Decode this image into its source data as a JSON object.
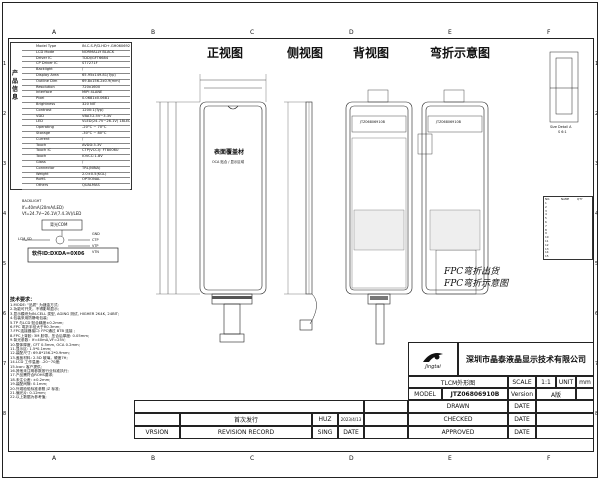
{
  "border": {
    "columns": [
      "A",
      "B",
      "C",
      "D",
      "E",
      "F"
    ],
    "rows_left": [
      "1",
      "2",
      "3",
      "4",
      "5",
      "6",
      "7",
      "8"
    ],
    "rows_right": [
      "1",
      "2",
      "3",
      "4",
      "5",
      "6",
      "7",
      "8"
    ]
  },
  "left_panel": {
    "vertical_label": "产品信息",
    "spec_rows": [
      {
        "k": "Model Type",
        "v": "IN.C.S.P/D.HD+.GH06069206-F"
      },
      {
        "k": "LCD Mode",
        "v": "NORMALLY BLACK"
      },
      {
        "k": "Driver IC",
        "v": "TDDI/GFT6684"
      },
      {
        "k": "CP Driver IC",
        "v": "ST7271F"
      },
      {
        "k": "Backlight",
        "v": "/"
      },
      {
        "k": "Display Area",
        "v": "65.95x149.81(Typ)"
      },
      {
        "k": "Outline Dim",
        "v": "69.8x156.2x0.9(mm)"
      },
      {
        "k": "Resolution",
        "v": "720x1600"
      },
      {
        "k": "Interface",
        "v": "MIPI 4LANE"
      },
      {
        "k": "Pixel",
        "v": "0.0681x0.0681"
      },
      {
        "k": "Brightness",
        "v": "320 NIT"
      },
      {
        "k": "Contrast",
        "v": "1200:1(Typ)"
      },
      {
        "k": "VDD",
        "v": "VBAT:2.5V~3.3V"
      },
      {
        "k": "LED",
        "v": "VLED(24.7V~26.1V) 18LED"
      },
      {
        "k": "Operating",
        "v": "-20°C ~ 70°C"
      },
      {
        "k": "Storage",
        "v": "-30°C ~ 80°C"
      },
      {
        "k": "Current",
        "v": "/"
      },
      {
        "k": "Touch",
        "v": "AVDD:3.3V"
      },
      {
        "k": "Touch IC",
        "v": "CTP(VCCI): FT8006U"
      },
      {
        "k": "Touch",
        "v": "IOVCC:1.8V"
      },
      {
        "k": "Glass",
        "v": "/"
      },
      {
        "k": "Connector",
        "v": "TRL(NINA)"
      },
      {
        "k": "Weight",
        "v": "2.0±0.5(KGL)"
      },
      {
        "k": "RoHS",
        "v": "OPTIONAL"
      },
      {
        "k": "Others",
        "v": "QUALMAS"
      }
    ],
    "circuit": {
      "line1": "If=40mA(20mA/LED)",
      "line2": "Vf=24.7V~26.1V(7.4.3V)/LED",
      "backlight_label": "BACKLIGHT",
      "box_label": "背光COM",
      "lcd_label": "LCM_SD",
      "gnd": "GND",
      "ctp": "CTP",
      "vtp": "VTP",
      "vtn": "VTN",
      "software": "软件ID:DXDA=0X06"
    },
    "notes_title": "技术要求：",
    "notes": [
      "1.MODE: \"品质\" 为镀金方式;",
      "2.功能可开关，不得影响显示;",
      "3.显示模块为IN-CELL 类型, AGING 测试, HIGHER 2K4K, 24BIT;",
      "4.包装采用防静电包装;",
      "5.TP 与LCD 贴合精度±0.2mm;",
      "6.FPC 弯折半径大于R0.3mm;",
      "7.FPC连接器接口: FPC通过 BTB 连接 ;",
      "8.FPC上背胶: 3M 胶带，压合后厚度: 0.05mm;",
      "9.背光参数：If=40mA,VF=25V;",
      "10.整体厚度, CFT 0.5mm, OCA 0.2mm;",
      "11.显示区: 1.5*0.1mm;",
      "12.装配尺寸: 69.8*156.2*0.9mm;",
      "13.盖板材料: 2.5D 玻璃，硬度7H;",
      "14.LCD 工作温度: -20~70度;",
      "15.Icon: 客户提供;",
      "16.其他未注明参数按行业标准执行;",
      "17.产品需符合ROHS要求;",
      "18.未注公差: ±0.2mm;",
      "19.装配间隙: 0.1mm;",
      "20.外观检验标准参照 JZ 标准;",
      "21.偏光片: 0.12mm;",
      "22.以上数据为参考值;"
    ]
  },
  "views": {
    "front_title": "正视图",
    "side_title": "侧视图",
    "back_title": "背视图",
    "bend_title": "弯折示意图",
    "front_center_text": "表面覆盖材",
    "front_center_sub": "OCA 贴合 / 显示区域",
    "back_label": "JTZ06806910B",
    "fpc_label1": "FPC弯折出货",
    "fpc_label2": "FPC弯折示意图",
    "detail_label": "Size Detail A",
    "detail_scale": "S 6:1"
  },
  "title_block": {
    "company": "深圳市晶泰液晶显示技术有限公司",
    "logo_text": "Jingtai",
    "title": "TLCM外形图",
    "scale_label": "SCALE",
    "scale_value": "1:1",
    "unit_label": "UNIT",
    "unit_value": "mm",
    "model_label": "MODEL",
    "model_value": "JTZ06806910B",
    "version_label": "Version",
    "version_value": "A版",
    "drawn": "DRAWN",
    "checked": "CHECKED",
    "approved": "APPROVED",
    "date": "DATE",
    "revision_label": "REVISION RECORD",
    "rev_row_text": "首次发行",
    "rev_col": "VRSION",
    "sign": "SING",
    "date_col": "DATE",
    "huz": "HUZ",
    "rev_date": "2023/4/13"
  },
  "right_table": {
    "header": [
      "NO.",
      "NAME",
      "QTY"
    ],
    "rows": [
      "1",
      "2",
      "3",
      "4",
      "5",
      "6",
      "7",
      "8",
      "9",
      "10",
      "11",
      "12",
      "13",
      "14",
      "15"
    ]
  }
}
